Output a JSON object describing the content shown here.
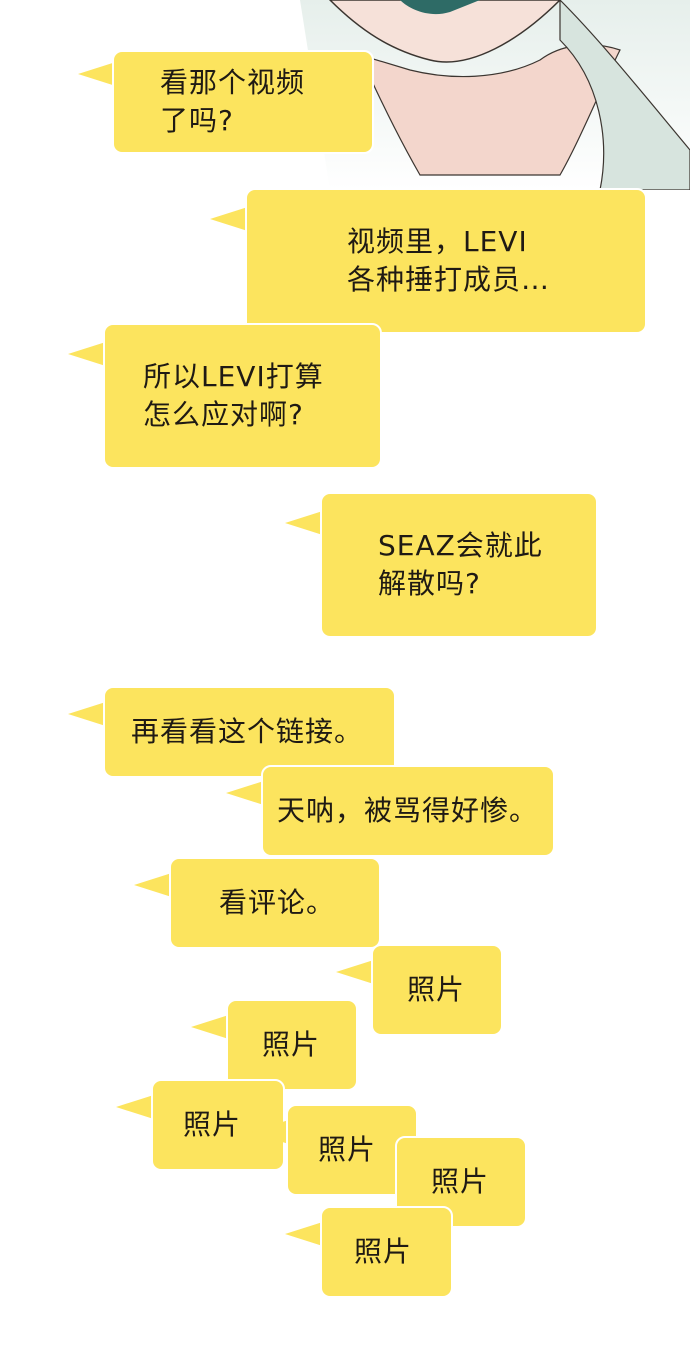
{
  "colors": {
    "bubble_fill": "#fce45e",
    "text": "#1f1a14",
    "background": "#ffffff",
    "panel_sky": "#eaf2ee",
    "skin": "#f6e1d9",
    "teal_hair": "#2e6b66"
  },
  "messages": [
    {
      "lines": [
        "看那个视频",
        "了吗?"
      ]
    },
    {
      "lines": [
        "视频里，LEVI",
        "各种捶打成员…"
      ]
    },
    {
      "lines": [
        "所以LEVI打算",
        "怎么应对啊?"
      ]
    },
    {
      "lines": [
        "SEAZ会就此",
        "解散吗?"
      ]
    },
    {
      "lines": [
        "再看看这个链接。"
      ]
    },
    {
      "lines": [
        "天呐，被骂得好惨。"
      ]
    },
    {
      "lines": [
        "看评论。"
      ]
    },
    {
      "lines": [
        "照片"
      ]
    },
    {
      "lines": [
        "照片"
      ]
    },
    {
      "lines": [
        "照片"
      ]
    },
    {
      "lines": [
        "照片"
      ]
    },
    {
      "lines": [
        "照片"
      ]
    },
    {
      "lines": [
        "照片"
      ]
    }
  ]
}
